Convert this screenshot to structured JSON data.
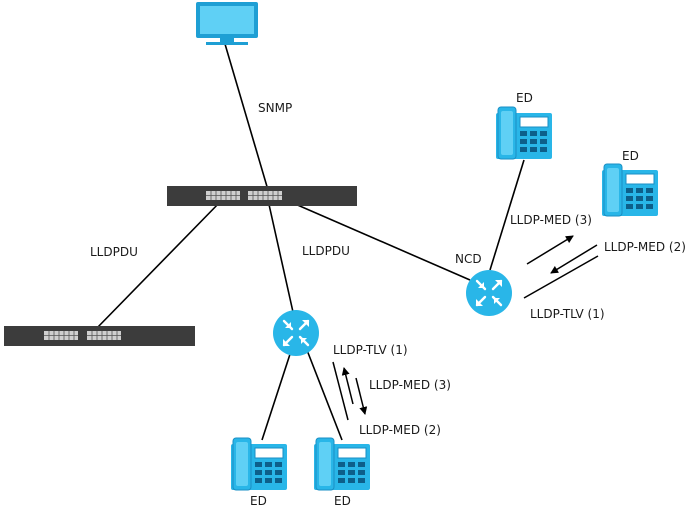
{
  "colors": {
    "device_blue": "#29b6e8",
    "device_blue_dark": "#1a8fc4",
    "switch_gray": "#3c3c3c",
    "line": "#000000"
  },
  "labels": {
    "snmp": "SNMP",
    "lldpdu_left": "LLDPDU",
    "lldpdu_center": "LLDPDU",
    "ncd": "NCD",
    "ed_top": "ED",
    "ed_right": "ED",
    "ed_bottom_left": "ED",
    "ed_bottom_right": "ED",
    "right_lldp_med_3": "LLDP-MED (3)",
    "right_lldp_med_2": "LLDP-MED (2)",
    "right_lldp_tlv_1": "LLDP-TLV (1)",
    "bottom_lldp_tlv_1": "LLDP-TLV (1)",
    "bottom_lldp_med_3": "LLDP-MED (3)",
    "bottom_lldp_med_2": "LLDP-MED (2)"
  },
  "icons": {
    "monitor": "monitor-icon",
    "switch": "switch-icon",
    "router": "router-icon",
    "phone": "ip-phone-icon"
  }
}
